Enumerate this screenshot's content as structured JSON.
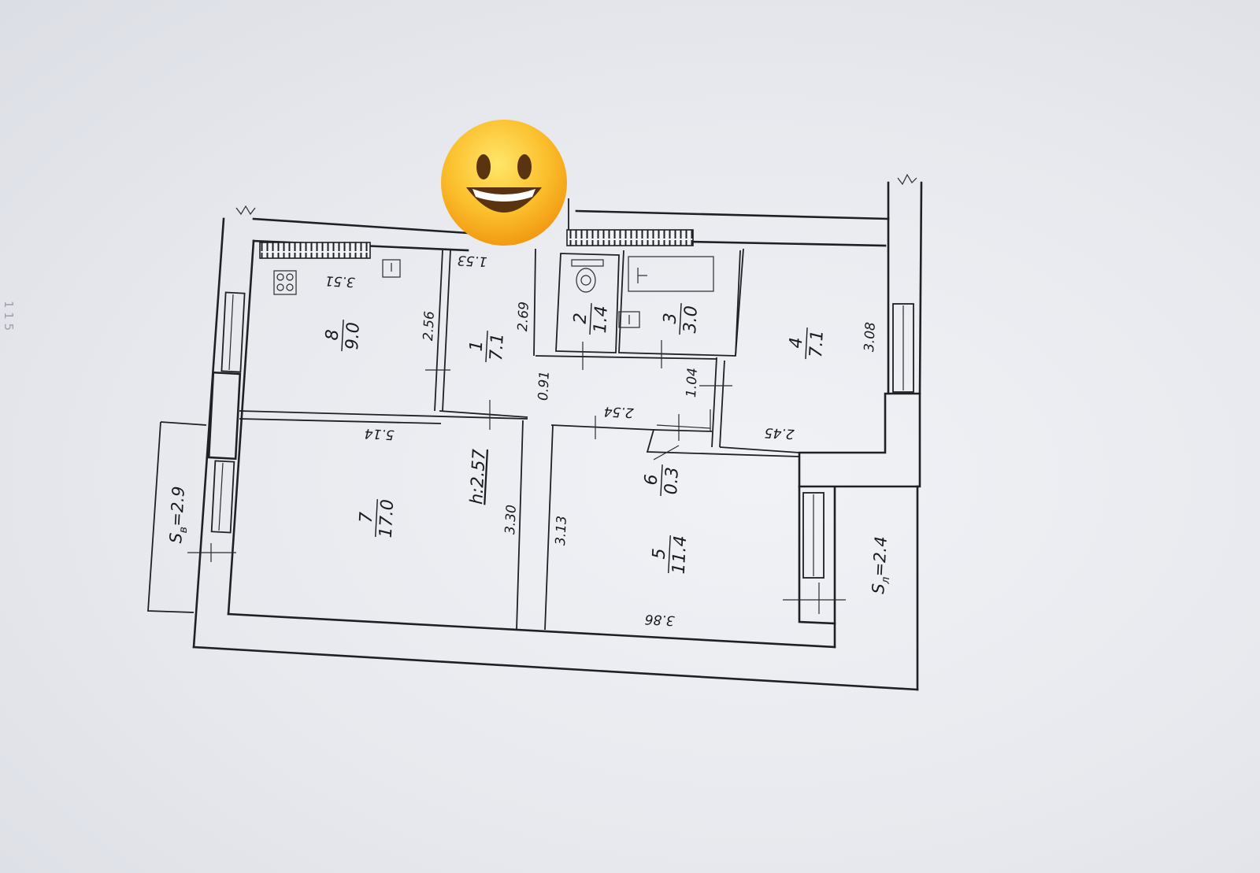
{
  "rooms": [
    {
      "number": "1",
      "area": "7.1"
    },
    {
      "number": "2",
      "area": "1.4"
    },
    {
      "number": "3",
      "area": "3.0"
    },
    {
      "number": "4",
      "area": "7.1"
    },
    {
      "number": "5",
      "area": "11.4"
    },
    {
      "number": "6",
      "area": "0.3"
    },
    {
      "number": "7",
      "area": "17.0"
    },
    {
      "number": "8",
      "area": "9.0"
    }
  ],
  "dimensions": {
    "kitchen_width": "3.51",
    "kitchen_depth": "2.56",
    "hall_width": "1.53",
    "hall_depth": "2.69",
    "corridor_width": "0.91",
    "corridor_length": "2.54",
    "niche_width": "1.04",
    "bedroom_small_depth": "3.08",
    "bedroom_small_width": "2.45",
    "living_width": "5.14",
    "living_depth": "3.30",
    "bedroom_depth": "3.13",
    "bedroom_width": "3.86"
  },
  "ceiling_height": "h:2.57",
  "balconies": {
    "left": {
      "prefix": "S",
      "sub": "в",
      "value": "=2.9"
    },
    "right": {
      "prefix": "S",
      "sub": "л",
      "value": "=2.4"
    }
  },
  "margin_mark": "1 1 5",
  "overlay": {
    "icon": "smiley-face-emoji",
    "color": "#f7b52b"
  }
}
